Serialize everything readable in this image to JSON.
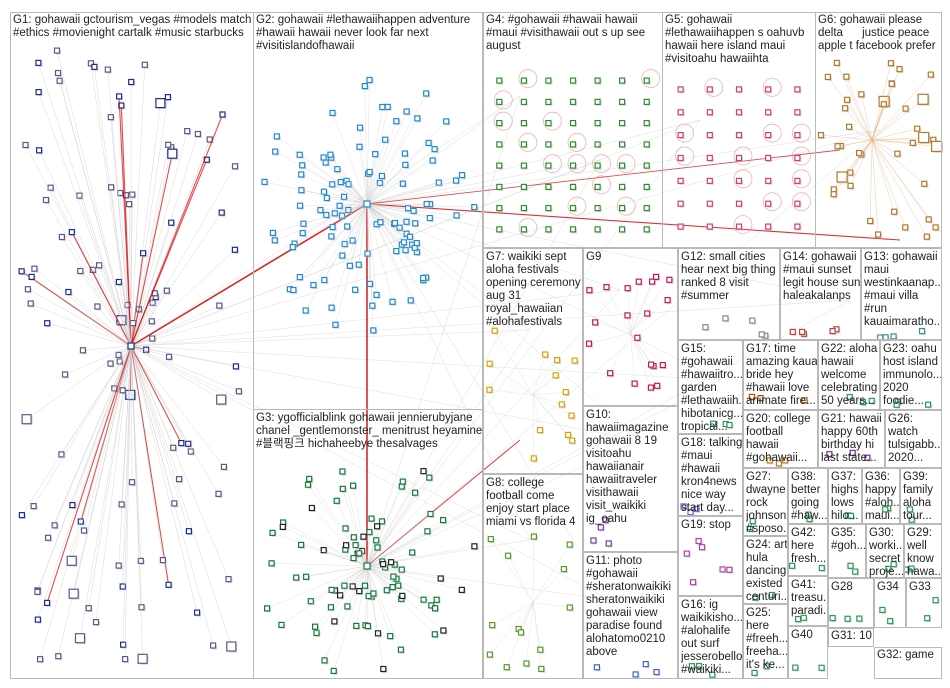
{
  "colors": {
    "edge": "#c8c8c8",
    "hub_edge": "#d40000",
    "g1": "#1c2e8c",
    "g2": "#1f8ad0",
    "g3": "#157a3c",
    "g4": "#2f8f2f",
    "g5": "#d63a78",
    "g6": "#b5782a",
    "g7": "#d9a400",
    "g8": "#5a9a2a",
    "g9": "#c2185b",
    "g10": "#7b3fa0",
    "g11": "#3b66c4",
    "border": "#b9b9b9"
  },
  "groups": [
    {
      "id": "G1",
      "label": "G1: gohawaii gctourism_vegas #models match\n#ethics #movienight cartalk #music starbucks"
    },
    {
      "id": "G2",
      "label": "G2: gohawaii #lethawaiihappen adventure\n#hawaii hawaii never look far next\n#visitislandofhawaii"
    },
    {
      "id": "G3",
      "label": "G3: ygofficialblink gohawaii jennierubyjane\nchanel _gentlemonster_ menitrust heyamine\n#블랙핑크 hichaheebye thesalvages"
    },
    {
      "id": "G4",
      "label": "G4: #gohawaii #hawaii hawaii\n#maui #visithawaii out s up see\naugust"
    },
    {
      "id": "G5",
      "label": "G5: gohawaii\n#lethawaiihappen s oahuvb\nhawaii here island maui\n#visitoahu hawaiihta"
    },
    {
      "id": "G6",
      "label": "G6: gohawaii please\ndelta      justice peace\napple t facebook prefer"
    },
    {
      "id": "G7",
      "label": "G7: waikiki sept\naloha festivals\nopening ceremony\naug 31\nroyal_hawaiian\n#alohafestivals"
    },
    {
      "id": "G8",
      "label": "G8: college\nfootball come\nenjoy start place\nmiami vs florida 4"
    },
    {
      "id": "G9",
      "label": "G9"
    },
    {
      "id": "G10",
      "label": "G10:\nhawaiimagazine\ngohawaii 8 19\nvisitoahu\nhawaiianair\nhawaiitraveler\nvisithawaii\nvisit_waikiki\nig_oahu"
    },
    {
      "id": "G11",
      "label": "G11: photo\n#gohawaii\n#sheratonwaikiki\nsheratonwaikiki\ngohawaii view\nparadise found\nalohatomo0210\nabove"
    },
    {
      "id": "G12",
      "label": "G12: small cities\nhear next big thing\nranked 8 visit\n#summer"
    },
    {
      "id": "G13",
      "label": "G13: gohawaii\nmaui\nwestinkaanap...\n#maui villa\n#run\nkauaimaratho..."
    },
    {
      "id": "G14",
      "label": "G14: gohawaii\n#maui sunset\nlegit house sun\nhaleakalanps"
    },
    {
      "id": "G15",
      "label": "G15:\n#gohawaii\n#hawaiitro...\ngarden\n#lethawaiih...\nhibotanicg...\ntropical..."
    },
    {
      "id": "G16",
      "label": "G16: ig\nwaikikisho...\n#alohalife\nout surf\njesserobello\n#waikiki..."
    },
    {
      "id": "G17",
      "label": "G17: time\namazing kaua\nbride hey\n#hawaii love\nanimate fire..."
    },
    {
      "id": "G18",
      "label": "G18: talking\n#maui\n#hawaii\nkron4news\nnice way\nstart day..."
    },
    {
      "id": "G19",
      "label": "G19: stop"
    },
    {
      "id": "G20",
      "label": "G20: college\nfootball\nhawaii\n#gohawaii..."
    },
    {
      "id": "G21",
      "label": "G21: hawaii\nhappy 60th\nbirthday hi\nlast state..."
    },
    {
      "id": "G22",
      "label": "G22: aloha\nhawaii\nwelcome\ncelebrating\n50 years..."
    },
    {
      "id": "G23",
      "label": "G23: oahu\nhost island\nimmunolo...\n2020\nfoodie..."
    },
    {
      "id": "G24",
      "label": "G24: art\nhula\ndancing\nexisted\ncenturi..."
    },
    {
      "id": "G25",
      "label": "G25:\nhere\n#freeh...\nfreeha...\nit's ke..."
    },
    {
      "id": "G26",
      "label": "G26:\nwatch\ntulsigabb...\n2020..."
    },
    {
      "id": "G27",
      "label": "G27:\ndwayne\nrock\njohnson\n#sposo..."
    },
    {
      "id": "G28",
      "label": "G28"
    },
    {
      "id": "G29",
      "label": "G29:\nwell\nknow\nhawa..."
    },
    {
      "id": "G30",
      "label": "G30:\nworki...\nsecret\nproje..."
    },
    {
      "id": "G31",
      "label": "G31: 10"
    },
    {
      "id": "G32",
      "label": "G32: game"
    },
    {
      "id": "G33",
      "label": "G33"
    },
    {
      "id": "G34",
      "label": "G34"
    },
    {
      "id": "G35",
      "label": "G35:\n#goh..."
    },
    {
      "id": "G36",
      "label": "G36:\nhappy\n#aloh...\nmaui..."
    },
    {
      "id": "G37",
      "label": "G37:\nhighs\nlows\nhilo..."
    },
    {
      "id": "G38",
      "label": "G38:\nbetter\ngoing\n#haw..."
    },
    {
      "id": "G39",
      "label": "G39:\nfamily\naloha\ntour..."
    },
    {
      "id": "G40",
      "label": "G40"
    },
    {
      "id": "G41",
      "label": "G41:\ntreasu...\nparadi..."
    },
    {
      "id": "G42",
      "label": "G42:\nhere\nfresh..."
    }
  ]
}
